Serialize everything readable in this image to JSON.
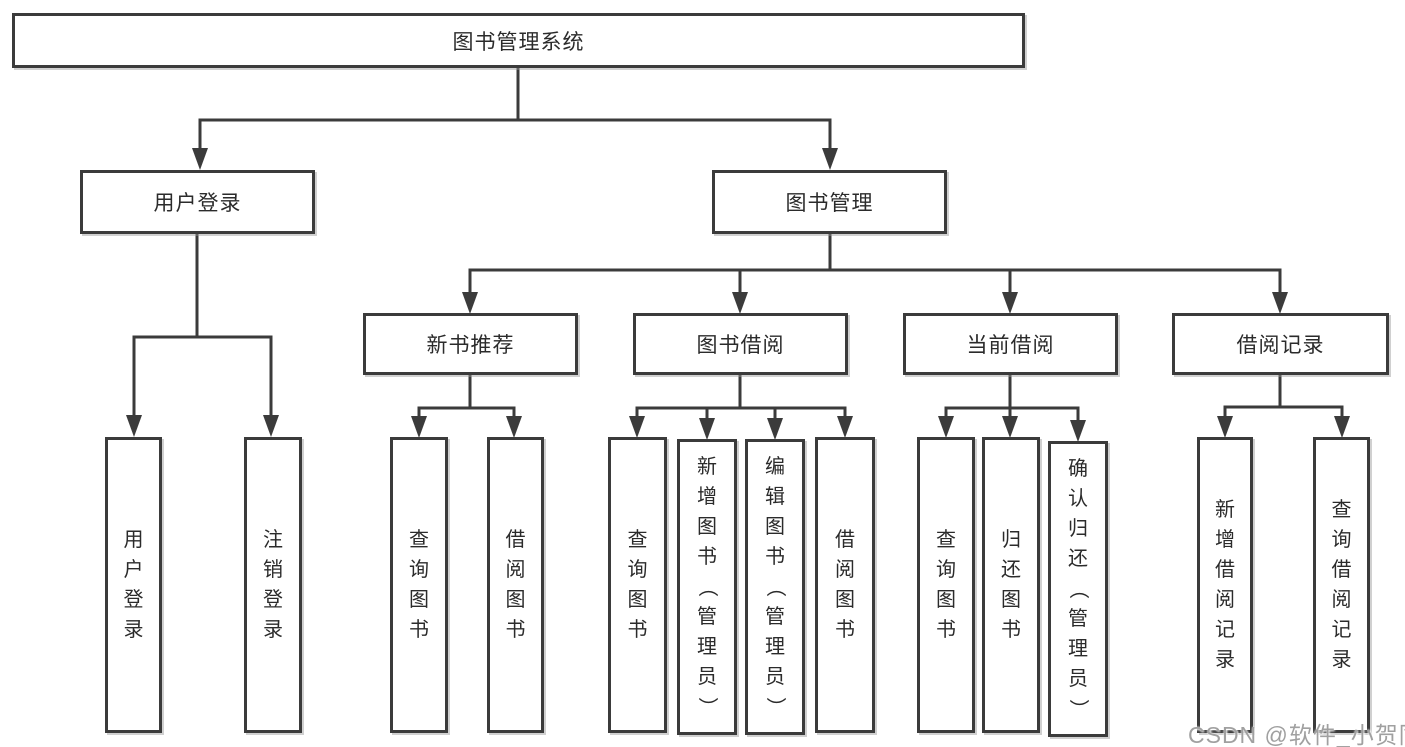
{
  "diagram_title": "图书管理系统",
  "tree": {
    "label": "图书管理系统",
    "children": [
      {
        "label": "用户登录",
        "children": [
          {
            "label": "用户登录"
          },
          {
            "label": "注销登录"
          }
        ]
      },
      {
        "label": "图书管理",
        "children": [
          {
            "label": "新书推荐",
            "children": [
              {
                "label": "查询图书"
              },
              {
                "label": "借阅图书"
              }
            ]
          },
          {
            "label": "图书借阅",
            "children": [
              {
                "label": "查询图书"
              },
              {
                "label": "新增图书（管理员）"
              },
              {
                "label": "编辑图书（管理员）"
              },
              {
                "label": "借阅图书"
              }
            ]
          },
          {
            "label": "当前借阅",
            "children": [
              {
                "label": "查询图书"
              },
              {
                "label": "归还图书"
              },
              {
                "label": "确认归还（管理员）"
              }
            ]
          },
          {
            "label": "借阅记录",
            "children": [
              {
                "label": "新增借阅记录"
              },
              {
                "label": "查询借阅记录"
              }
            ]
          }
        ]
      }
    ]
  },
  "watermark": {
    "text": "CSDN @软件_小贺同学"
  },
  "colors": {
    "line": "#3b3b3b",
    "box_border": "#3b3b3b",
    "box_fill": "#ffffff",
    "text": "#2b2b2b",
    "watermark": "#a0a0a0",
    "background": "#ffffff"
  }
}
